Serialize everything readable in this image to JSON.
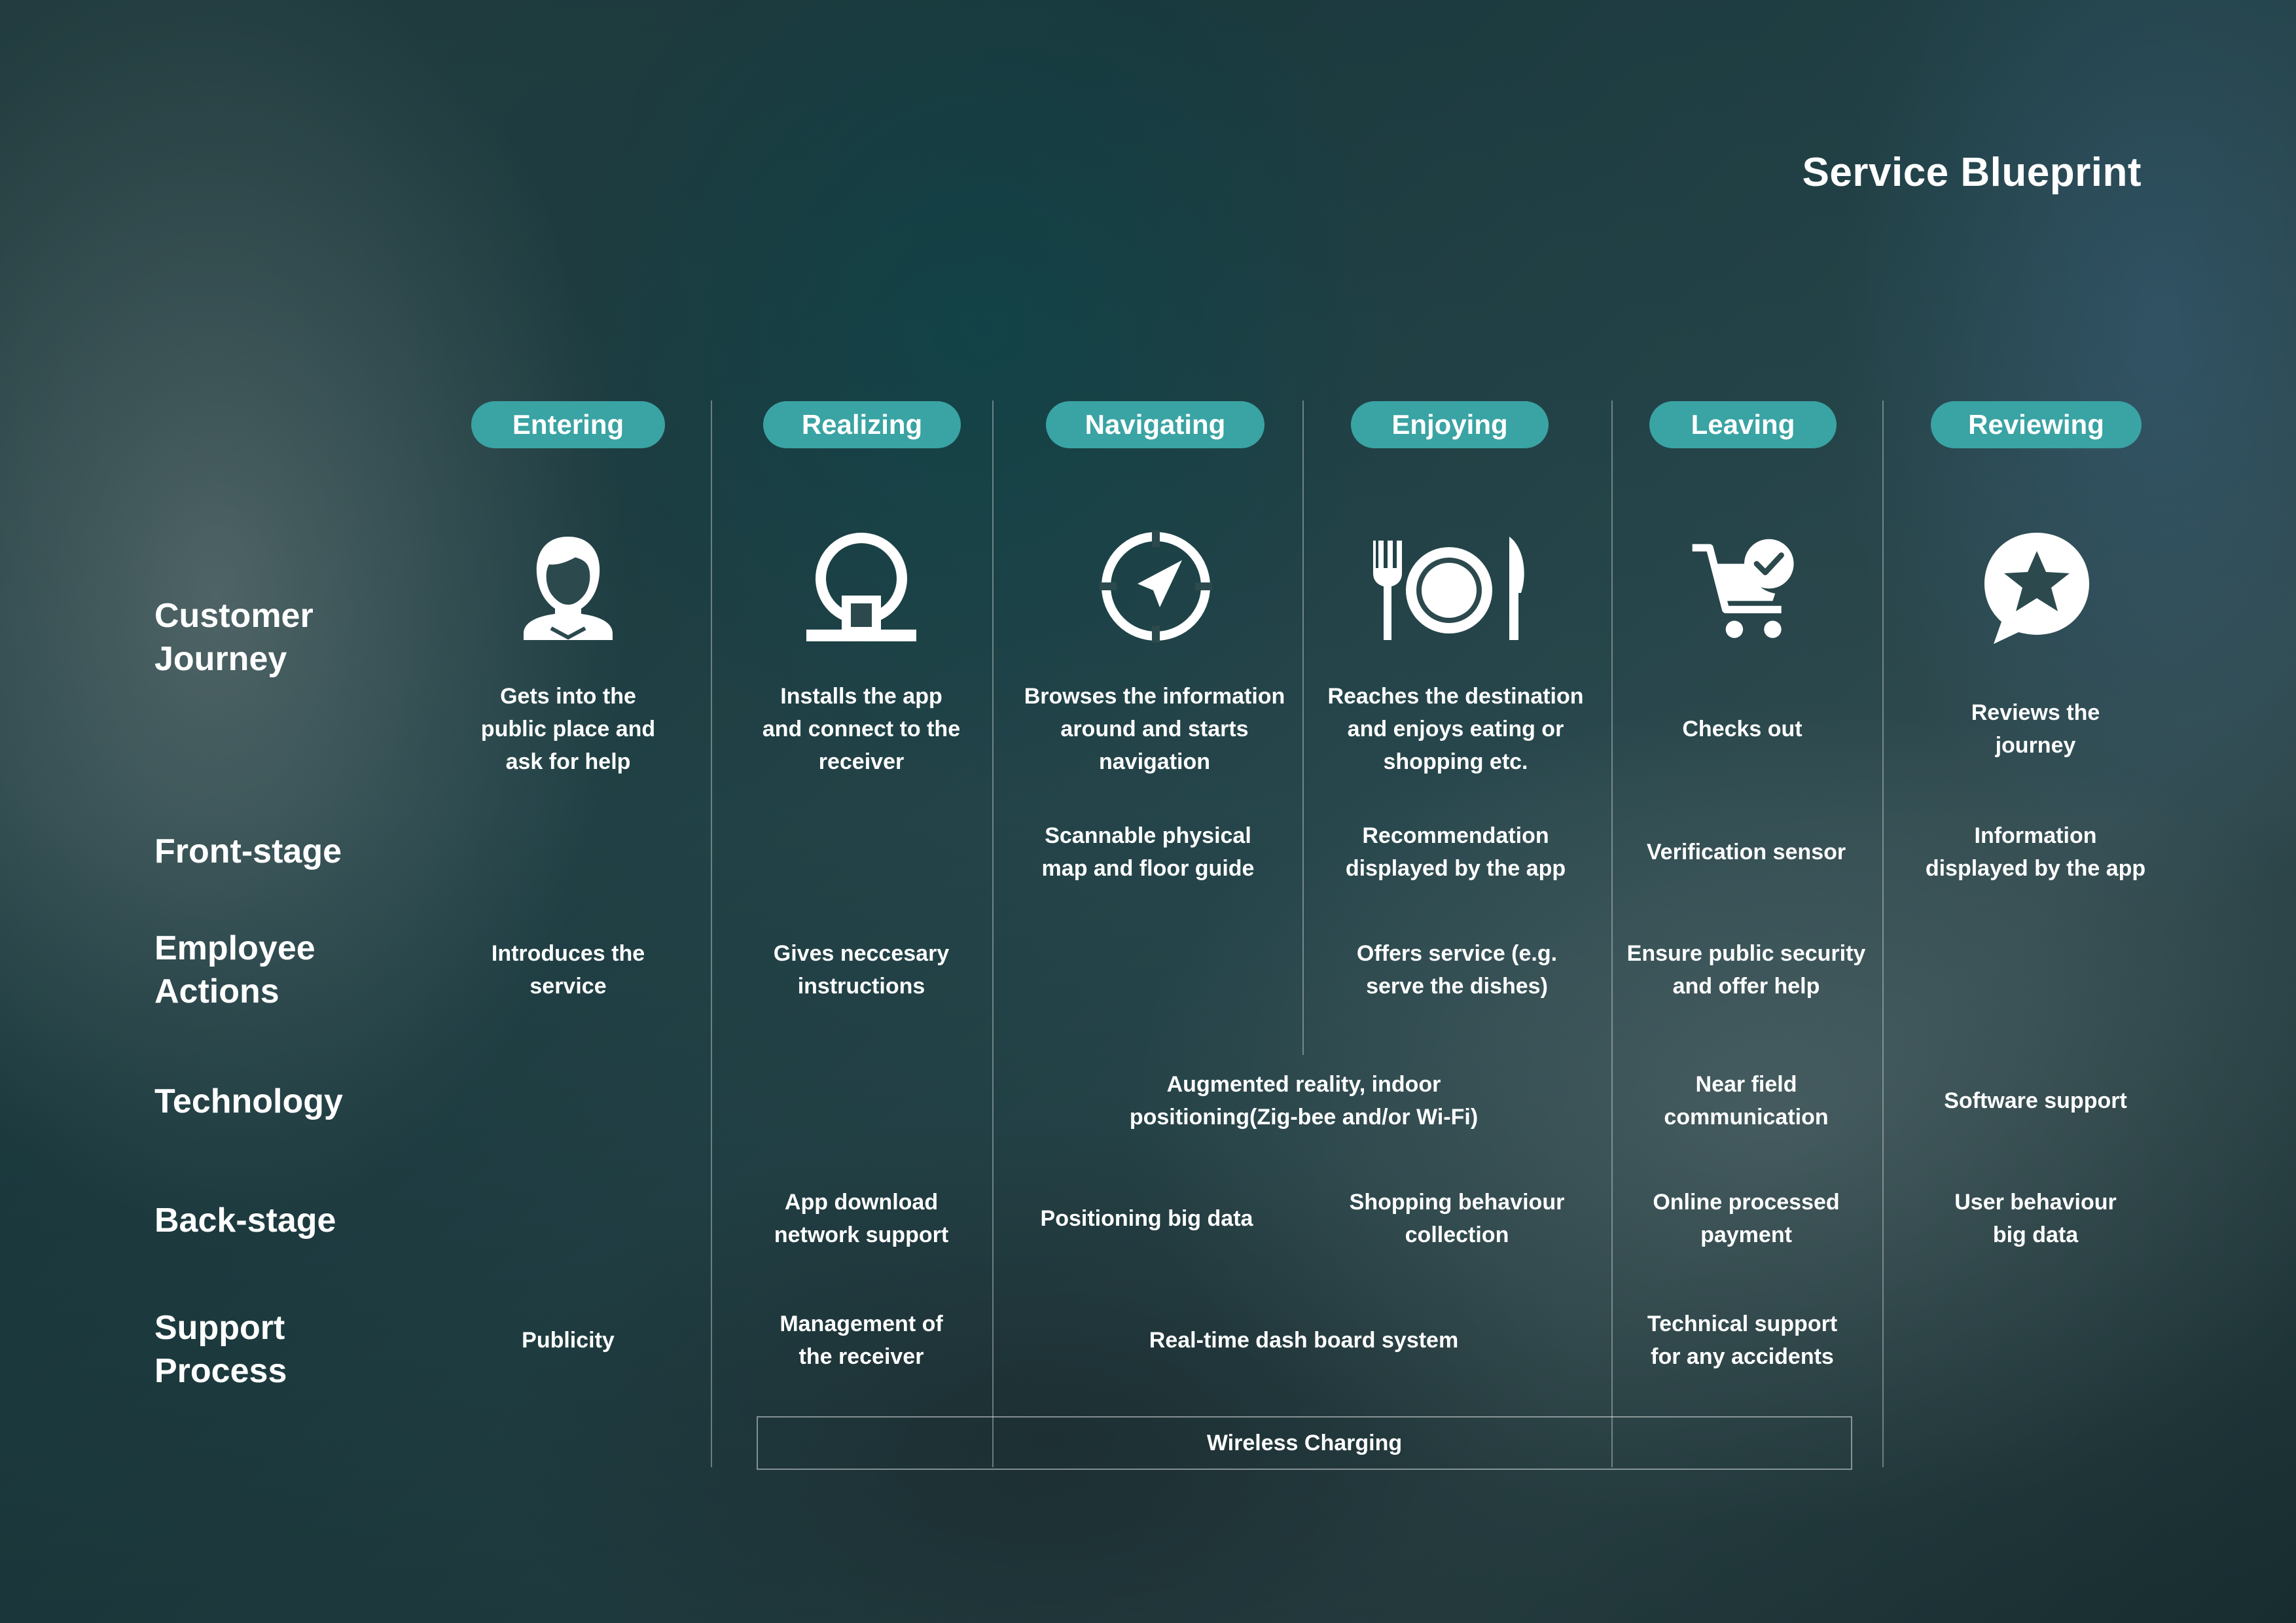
{
  "title": "Service Blueprint",
  "colors": {
    "accent": "#3aa3a3",
    "text": "#ffffff"
  },
  "stages": [
    {
      "label": "Entering",
      "icon": "person-icon"
    },
    {
      "label": "Realizing",
      "icon": "receiver-icon"
    },
    {
      "label": "Navigating",
      "icon": "compass-icon"
    },
    {
      "label": "Enjoying",
      "icon": "dining-icon"
    },
    {
      "label": "Leaving",
      "icon": "cart-check-icon"
    },
    {
      "label": "Reviewing",
      "icon": "star-bubble-icon"
    }
  ],
  "rows": {
    "customer_journey": "Customer\nJourney",
    "front_stage": "Front-stage",
    "employee_actions": "Employee\nActions",
    "technology": "Technology",
    "back_stage": "Back-stage",
    "support_process": "Support\nProcess"
  },
  "cells": {
    "customer_journey": [
      "Gets into the\npublic place and\nask for help",
      "Installs the app\nand connect to the\nreceiver",
      "Browses the information\naround and starts\nnavigation",
      "Reaches the destination\nand enjoys eating or\nshopping etc.",
      "Checks out",
      "Reviews the\njourney"
    ],
    "front_stage": {
      "navigating": "Scannable physical\nmap and floor guide",
      "enjoying": "Recommendation\ndisplayed by the app",
      "leaving": "Verification sensor",
      "reviewing": "Information\ndisplayed by the app"
    },
    "employee_actions": {
      "entering": "Introduces the\nservice",
      "realizing": "Gives neccesary\ninstructions",
      "enjoying": "Offers service (e.g.\nserve the dishes)",
      "leaving": "Ensure public security\nand offer help"
    },
    "technology": {
      "navigating_enjoying": "Augmented reality, indoor\npositioning(Zig-bee and/or Wi-Fi)",
      "leaving": "Near field\ncommunication",
      "reviewing": "Software support"
    },
    "back_stage": {
      "realizing": "App download\nnetwork support",
      "navigating": "Positioning big data",
      "enjoying": "Shopping behaviour\ncollection",
      "leaving": "Online processed\npayment",
      "reviewing": "User behaviour\nbig data"
    },
    "support_process": {
      "entering": "Publicity",
      "realizing": "Management of\nthe receiver",
      "navigating_enjoying": "Real-time dash board system",
      "leaving": "Technical support\nfor any accidents"
    },
    "wireless": "Wireless Charging"
  }
}
